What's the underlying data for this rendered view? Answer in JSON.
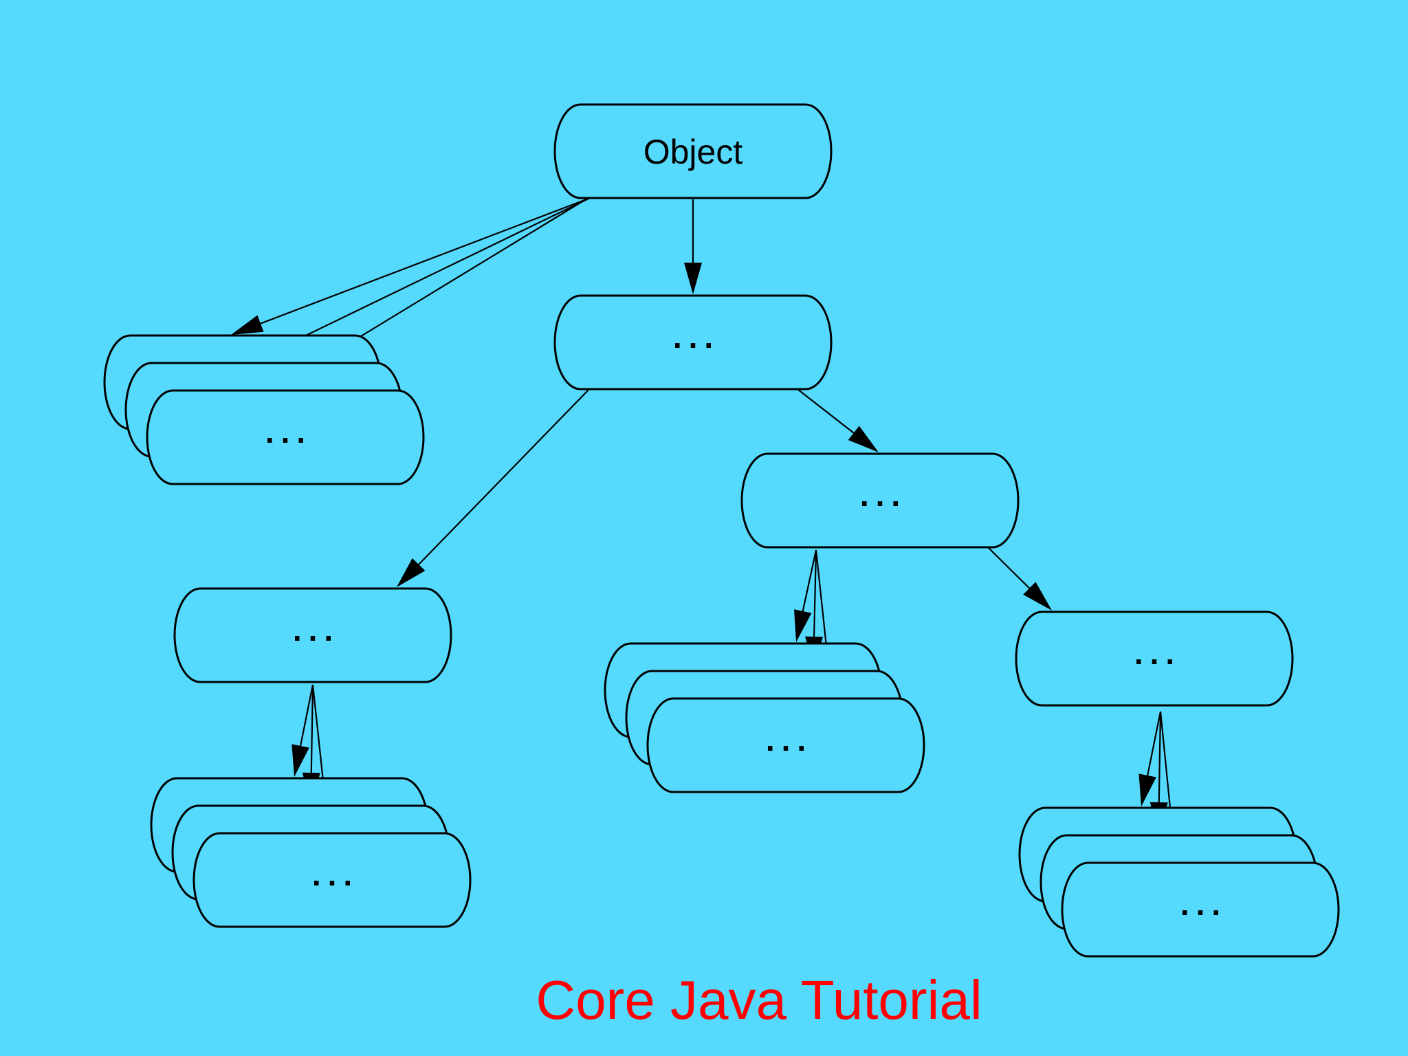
{
  "diagram": {
    "root": {
      "label": "Object"
    },
    "placeholder_label": "...",
    "nodes": [
      {
        "id": "root",
        "label": "Object"
      },
      {
        "id": "mid",
        "label": "..."
      },
      {
        "id": "right-mid",
        "label": "..."
      },
      {
        "id": "left-mid",
        "label": "..."
      },
      {
        "id": "far-right",
        "label": "..."
      },
      {
        "id": "root-children-stack",
        "label": "...",
        "stacked": 3
      },
      {
        "id": "left-mid-children-stack",
        "label": "...",
        "stacked": 3
      },
      {
        "id": "right-mid-children-stack",
        "label": "...",
        "stacked": 3
      },
      {
        "id": "far-right-children-stack",
        "label": "...",
        "stacked": 3
      }
    ],
    "edges": [
      {
        "from": "root",
        "to": "mid"
      },
      {
        "from": "root",
        "to": "root-children-stack"
      },
      {
        "from": "mid",
        "to": "left-mid"
      },
      {
        "from": "mid",
        "to": "right-mid"
      },
      {
        "from": "right-mid",
        "to": "far-right"
      },
      {
        "from": "left-mid",
        "to": "left-mid-children-stack"
      },
      {
        "from": "right-mid",
        "to": "right-mid-children-stack"
      },
      {
        "from": "far-right",
        "to": "far-right-children-stack"
      }
    ]
  },
  "caption": "Core Java Tutorial"
}
